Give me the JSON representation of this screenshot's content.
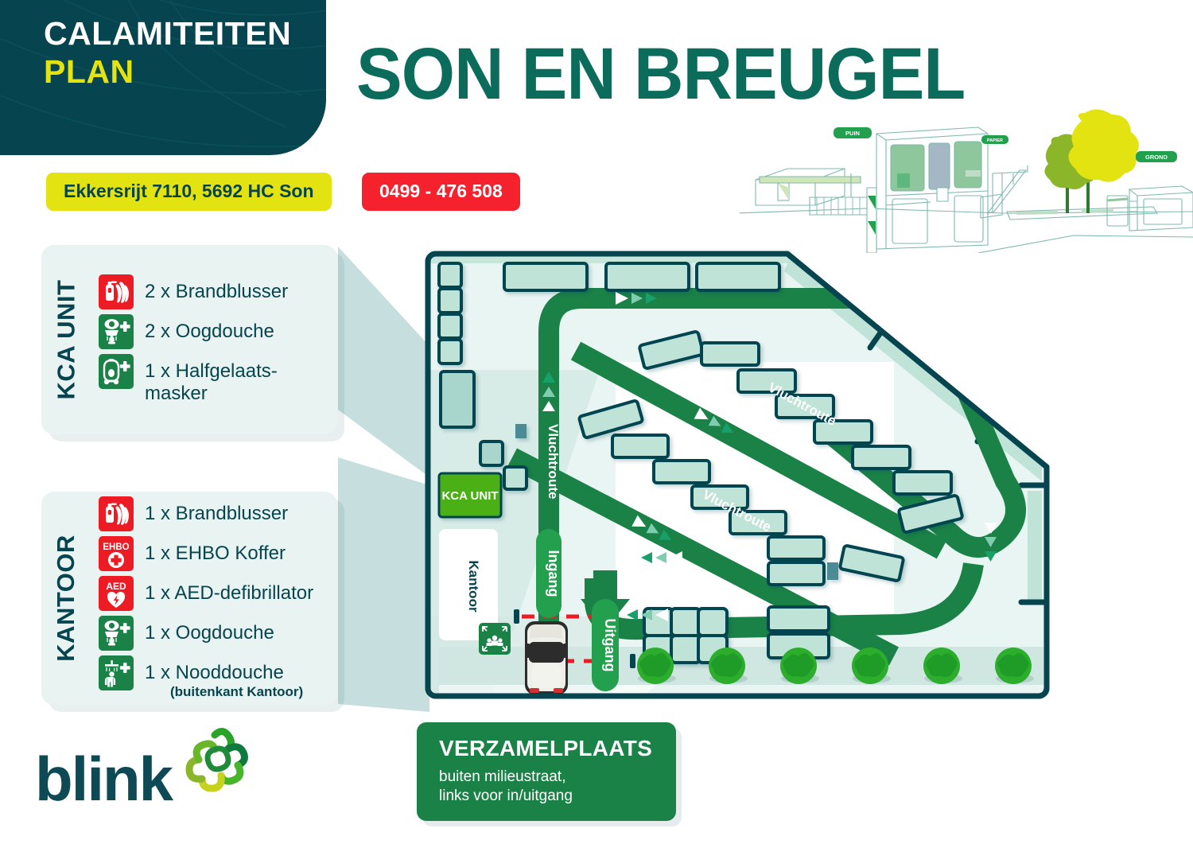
{
  "header": {
    "title_line1": "CALAMITEITEN",
    "title_line2": "PLAN",
    "site_name": "SON EN BREUGEL",
    "address": "Ekkersrijt 7110, 5692 HC Son",
    "phone": "0499 - 476 508",
    "colors": {
      "dark_teal": "#06454f",
      "yellow": "#e3e312",
      "red": "#f5222d",
      "title_green": "#0b6c5c"
    }
  },
  "illustration": {
    "labels": [
      "PUIN",
      "PAPIER",
      "GROND"
    ]
  },
  "legends": [
    {
      "id": "kca",
      "title": "KCA UNIT",
      "items": [
        {
          "icon": "fire-extinguisher-icon",
          "icon_style": "red",
          "label": "2 x Brandblusser",
          "note": ""
        },
        {
          "icon": "eye-wash-icon",
          "icon_style": "green",
          "label": "2 x Oogdouche",
          "note": ""
        },
        {
          "icon": "half-face-mask-icon",
          "icon_style": "green",
          "label": "1 x Halfgelaats-\nmasker",
          "note": ""
        }
      ]
    },
    {
      "id": "kantoor",
      "title": "KANTOOR",
      "items": [
        {
          "icon": "fire-extinguisher-icon",
          "icon_style": "red",
          "label": "1 x Brandblusser",
          "note": ""
        },
        {
          "icon": "first-aid-kit-icon",
          "icon_style": "red",
          "label": "1 x EHBO Koffer",
          "note": ""
        },
        {
          "icon": "aed-icon",
          "icon_style": "red",
          "label": "1 x AED-defibrillator",
          "note": ""
        },
        {
          "icon": "eye-wash-icon",
          "icon_style": "green",
          "label": "1 x Oogdouche",
          "note": ""
        },
        {
          "icon": "emergency-shower-icon",
          "icon_style": "green",
          "label": "1 x Nooddouche",
          "note": "(buitenkant Kantoor)"
        }
      ]
    }
  ],
  "map": {
    "kca_unit_label": "KCA UNIT",
    "kantoor_label": "Kantoor",
    "route_labels": {
      "vertical": "Vluchtroute",
      "diagonal_upper": "Vluchtroute",
      "diagonal_lower": "Vluchtroute",
      "entrance": "Ingang",
      "exit": "Uitgang"
    },
    "colors": {
      "route_green": "#1a8246",
      "map_fill": "#e8f5f2",
      "outline": "#06454f",
      "container_fill": "#bfe3d7",
      "kca_green": "#4cb016"
    },
    "counts": {
      "top_containers": 4,
      "left_small_bins": 4,
      "staircase_containers_upper": 6,
      "staircase_containers_lower": 7,
      "parking_squares": 6,
      "bottom_containers": 2,
      "trees": 7
    },
    "assembly_point_icon": "assembly-point-icon"
  },
  "verzamelplaats": {
    "title": "VERZAMELPLAATS",
    "line1": "buiten milieustraat,",
    "line2": "links voor in/uitgang"
  },
  "brand": {
    "name": "blink"
  }
}
